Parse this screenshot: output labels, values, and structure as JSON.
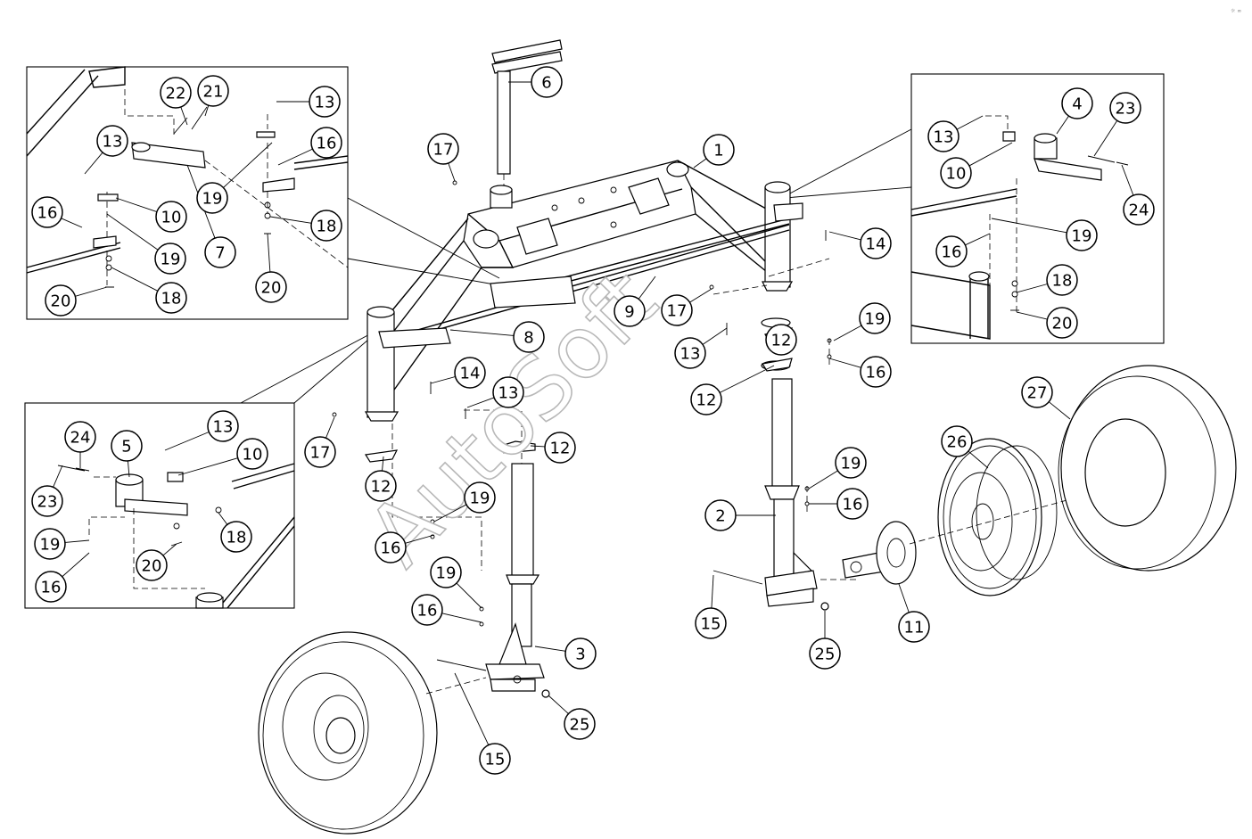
{
  "watermark": "AutoSoft",
  "callouts": [
    {
      "label": "1"
    },
    {
      "label": "2"
    },
    {
      "label": "3"
    },
    {
      "label": "4"
    },
    {
      "label": "5"
    },
    {
      "label": "6"
    },
    {
      "label": "7"
    },
    {
      "label": "8"
    },
    {
      "label": "9"
    },
    {
      "label": "10"
    },
    {
      "label": "10"
    },
    {
      "label": "10"
    },
    {
      "label": "11"
    },
    {
      "label": "12"
    },
    {
      "label": "12"
    },
    {
      "label": "12"
    },
    {
      "label": "12"
    },
    {
      "label": "13"
    },
    {
      "label": "13"
    },
    {
      "label": "13"
    },
    {
      "label": "13"
    },
    {
      "label": "13"
    },
    {
      "label": "13"
    },
    {
      "label": "14"
    },
    {
      "label": "14"
    },
    {
      "label": "15"
    },
    {
      "label": "15"
    },
    {
      "label": "16"
    },
    {
      "label": "16"
    },
    {
      "label": "16"
    },
    {
      "label": "16"
    },
    {
      "label": "16"
    },
    {
      "label": "16"
    },
    {
      "label": "16"
    },
    {
      "label": "16"
    },
    {
      "label": "17"
    },
    {
      "label": "17"
    },
    {
      "label": "17"
    },
    {
      "label": "18"
    },
    {
      "label": "18"
    },
    {
      "label": "18"
    },
    {
      "label": "18"
    },
    {
      "label": "19"
    },
    {
      "label": "19"
    },
    {
      "label": "19"
    },
    {
      "label": "19"
    },
    {
      "label": "19"
    },
    {
      "label": "19"
    },
    {
      "label": "19"
    },
    {
      "label": "19"
    },
    {
      "label": "20"
    },
    {
      "label": "20"
    },
    {
      "label": "20"
    },
    {
      "label": "20"
    },
    {
      "label": "21"
    },
    {
      "label": "22"
    },
    {
      "label": "23"
    },
    {
      "label": "23"
    },
    {
      "label": "24"
    },
    {
      "label": "24"
    },
    {
      "label": "25"
    },
    {
      "label": "25"
    },
    {
      "label": "26"
    },
    {
      "label": "27"
    }
  ]
}
